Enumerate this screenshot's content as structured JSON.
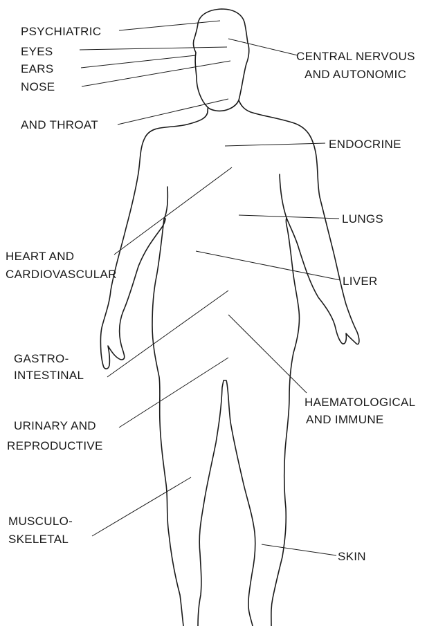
{
  "labels": {
    "psychiatric": "PSYCHIATRIC",
    "eyes": "EYES",
    "ears": "EARS",
    "nose": "NOSE",
    "and_throat": "AND THROAT",
    "central_nervous_1": "CENTRAL NERVOUS",
    "central_nervous_2": "AND AUTONOMIC",
    "endocrine": "ENDOCRINE",
    "lungs": "LUNGS",
    "heart_1": "HEART AND",
    "heart_2": "CARDIOVASCULAR",
    "liver": "LIVER",
    "gastro_1": "GASTRO-",
    "gastro_2": "INTESTINAL",
    "haem_1": "HAEMATOLOGICAL",
    "haem_2": "AND IMMUNE",
    "urinary_1": "URINARY AND",
    "urinary_2": "REPRODUCTIVE",
    "musculo_1": "MUSCULO-",
    "musculo_2": "SKELETAL",
    "skin": "SKIN"
  }
}
